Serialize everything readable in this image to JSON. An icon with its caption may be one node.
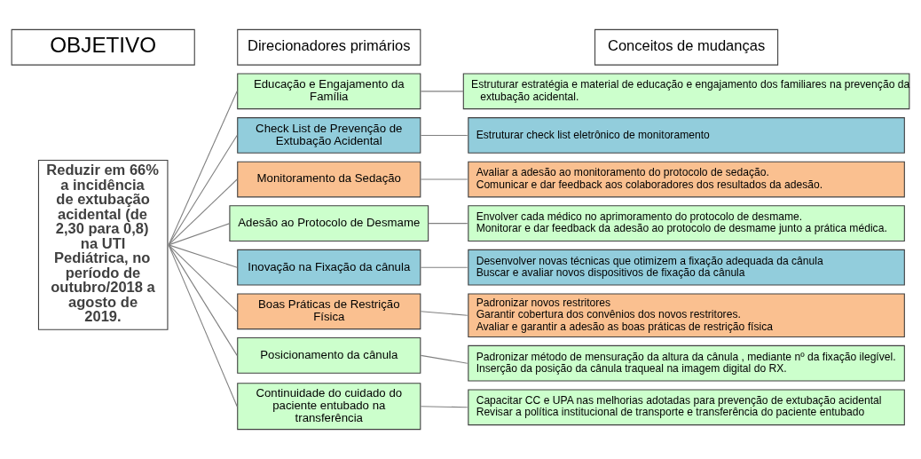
{
  "diagram": {
    "nodes": [
      {
        "text": [
          "OBJETIVO"
        ]
      },
      {
        "text": [
          "Reduzir em 66% a incidência de extubação acidental (de 2,30 para 0,8) na UTI Pediátrica, no período de outubro/2018 a agosto de 2019."
        ]
      },
      {
        "text": [
          "Direcionadores primários"
        ]
      },
      {
        "text": [
          "Conceitos de mudanças"
        ]
      },
      {
        "text": [
          "Educação e Engajamento da Família"
        ]
      },
      {
        "text": [
          "Check List de Prevenção de Extubação Acidental"
        ]
      },
      {
        "text": [
          "Monitoramento da Sedação"
        ]
      },
      {
        "text": [
          "Adesão ao Protocolo de Desmame"
        ]
      },
      {
        "text": [
          "Inovação na Fixação da cânula"
        ]
      },
      {
        "text": [
          "Boas Práticas de Restrição Física"
        ]
      },
      {
        "text": [
          "Posicionamento da cânula"
        ]
      },
      {
        "text": [
          "Continuidade do cuidado do paciente entubado na transferência"
        ]
      },
      {
        "text": [
          "Estruturar estratégia e material de educação e engajamento dos familiares na prevenção da extubação acidental."
        ]
      },
      {
        "text": [
          "Estruturar check list eletrônico de monitoramento"
        ]
      },
      {
        "text": [
          "Avaliar a adesão ao monitoramento do protocolo de sedação.",
          "Comunicar e dar feedback aos colaboradores dos resultados da adesão."
        ]
      },
      {
        "text": [
          "Envolver cada médico no aprimoramento do protocolo de desmame.",
          "Monitorar e dar feedback da adesão ao protocolo de desmame junto a prática médica."
        ]
      },
      {
        "text": [
          "Desenvolver novas técnicas que otimizem a fixação adequada da cânula",
          "Buscar e avaliar novos dispositivos de fixação da cânula"
        ]
      },
      {
        "text": [
          "Padronizar novos restritores",
          "Garantir cobertura dos convênios dos novos restritores.",
          "Avaliar e garantir a adesão as boas práticas de restrição física"
        ]
      },
      {
        "text": [
          "Padronizar método de mensuração da altura da cânula , mediante nº da fixação ilegível.",
          "Inserção da posição da cânula traqueal na imagem digital do RX."
        ]
      },
      {
        "text": [
          "Capacitar CC e UPA nas melhorias adotadas para prevenção de extubação acidental",
          "Revisar a política institucional de transporte e transferência do paciente entubado"
        ]
      }
    ],
    "edges": [
      {
        "from": 1,
        "to": 4,
        "arrow": "none"
      },
      {
        "from": 1,
        "to": 5,
        "arrow": "none"
      },
      {
        "from": 1,
        "to": 6,
        "arrow": "none"
      },
      {
        "from": 1,
        "to": 7,
        "arrow": "none"
      },
      {
        "from": 1,
        "to": 8,
        "arrow": "none"
      },
      {
        "from": 1,
        "to": 9,
        "arrow": "none"
      },
      {
        "from": 1,
        "to": 10,
        "arrow": "none"
      },
      {
        "from": 1,
        "to": 11,
        "arrow": "none"
      },
      {
        "from": 4,
        "to": 12,
        "arrow": "none"
      },
      {
        "from": 5,
        "to": 13,
        "arrow": "none"
      },
      {
        "from": 6,
        "to": 14,
        "arrow": "none"
      },
      {
        "from": 7,
        "to": 15,
        "arrow": "none"
      },
      {
        "from": 8,
        "to": 16,
        "arrow": "none"
      },
      {
        "from": 9,
        "to": 17,
        "arrow": "none"
      },
      {
        "from": 10,
        "to": 18,
        "arrow": "none"
      },
      {
        "from": 11,
        "to": 19,
        "arrow": "none"
      }
    ]
  }
}
